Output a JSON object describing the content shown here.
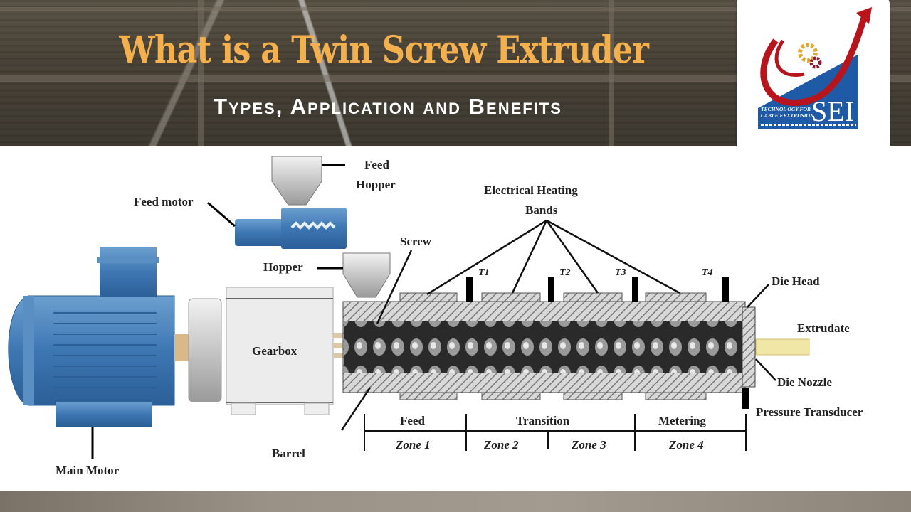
{
  "header": {
    "title": "What is a Twin Screw Extruder",
    "subtitle": "Types, Application and Benefits",
    "title_color": "#f5b04e",
    "subtitle_color": "#ffffff"
  },
  "logo": {
    "brand": "SEI",
    "tagline_line1": "TECHNOL OGY FOR",
    "tagline_line2": "CABLE EEXTRUSION",
    "colors": {
      "red": "#b8141c",
      "blue": "#1f5aa6",
      "gear": "#e0a830"
    }
  },
  "diagram": {
    "labels": {
      "feed_hopper_line1": "Feed",
      "feed_hopper_line2": "Hopper",
      "feed_motor": "Feed motor",
      "heating_line1": "Electrical Heating",
      "heating_line2": "Bands",
      "screw": "Screw",
      "hopper": "Hopper",
      "die_head": "Die Head",
      "extrudate": "Extrudate",
      "die_nozzle": "Die Nozzle",
      "pressure_transducer": "Pressure Transducer",
      "gearbox": "Gearbox",
      "barrel": "Barrel",
      "main_motor": "Main Motor"
    },
    "sensors": [
      "T1",
      "T2",
      "T3",
      "T4"
    ],
    "sections": [
      "Feed",
      "Transition",
      "Metering"
    ],
    "zones": [
      "Zone 1",
      "Zone 2",
      "Zone 3",
      "Zone 4"
    ]
  }
}
